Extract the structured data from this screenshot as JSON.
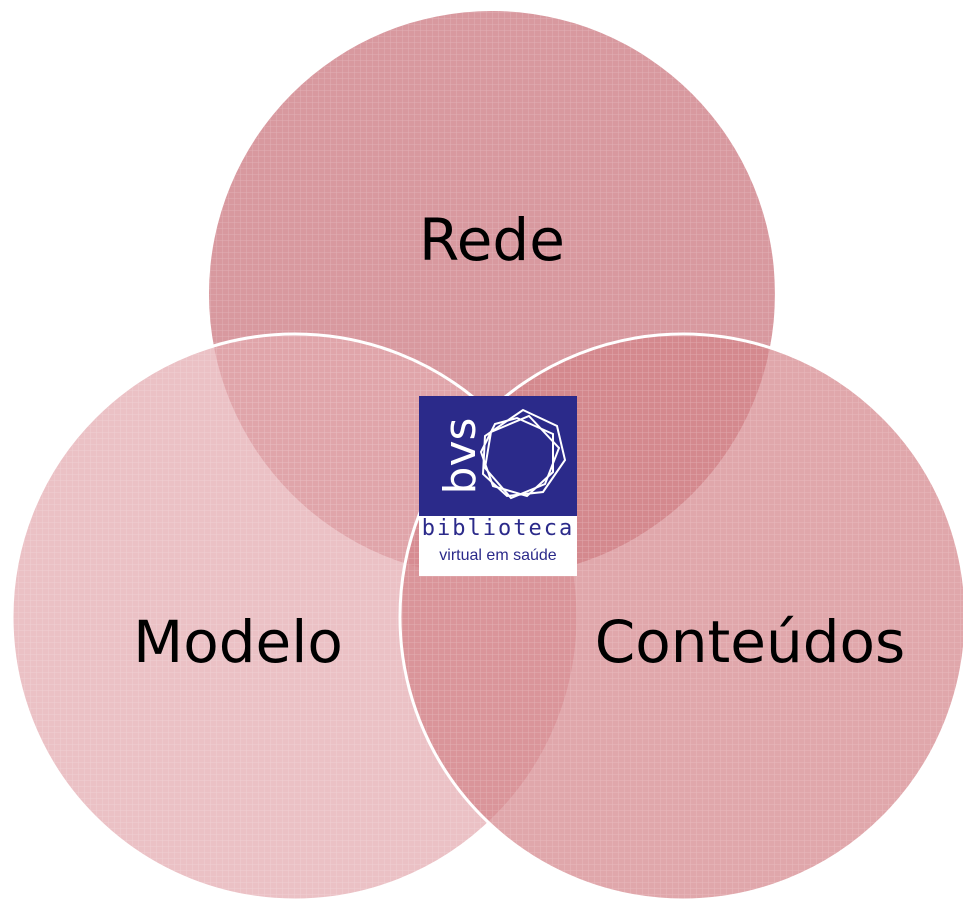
{
  "diagram": {
    "type": "venn",
    "circles": [
      {
        "id": "top",
        "label": "Rede",
        "color": "#c9717a"
      },
      {
        "id": "left",
        "label": "Modelo",
        "color": "#e3a9ae"
      },
      {
        "id": "right",
        "label": "Conteúdos",
        "color": "#d38188"
      }
    ],
    "center_logo": {
      "mark_text": "bvs",
      "line1": "biblioteca",
      "line2": "virtual em saúde",
      "color": "#2b2a8a"
    }
  }
}
